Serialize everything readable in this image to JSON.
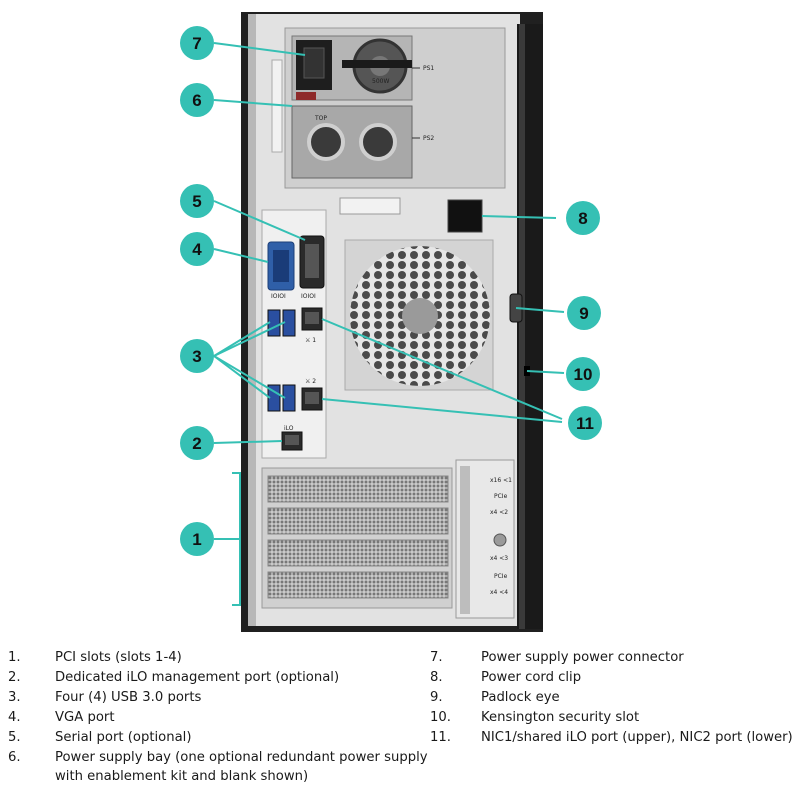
{
  "callouts": [
    "1",
    "2",
    "3",
    "4",
    "5",
    "6",
    "7",
    "8",
    "9",
    "10",
    "11"
  ],
  "chassis_labels": {
    "ps1": "PS1",
    "ps2": "PS2",
    "psu_top": "TOP",
    "psu_watts": "500W",
    "ilo": "iLO",
    "nic1": "⚔ 1",
    "nic2": "⚔ 2",
    "vga": "IOIOI",
    "serial": "IOIOI",
    "pcie_slot1": "x16 <1",
    "pcie_label": "PCIe",
    "pcie_slot2": "x4 <2",
    "pcie_slot3": "x4 <3",
    "pcie_slot4": "x4 <4"
  },
  "legend": {
    "left": [
      {
        "num": "1.",
        "text": "PCI slots (slots 1-4)"
      },
      {
        "num": "2.",
        "text": "Dedicated iLO management port (optional)"
      },
      {
        "num": "3.",
        "text": "Four (4) USB 3.0 ports"
      },
      {
        "num": "4.",
        "text": "VGA port"
      },
      {
        "num": "5.",
        "text": "Serial port (optional)"
      },
      {
        "num": "6.",
        "text": "Power supply bay (one optional redundant power supply",
        "text2": "with enablement kit and blank shown)"
      }
    ],
    "right": [
      {
        "num": "7.",
        "text": "Power supply power connector"
      },
      {
        "num": "8.",
        "text": "Power cord clip"
      },
      {
        "num": "9.",
        "text": "Padlock eye"
      },
      {
        "num": "10.",
        "text": "Kensington security slot"
      },
      {
        "num": "11.",
        "text": "NIC1/shared iLO port (upper), NIC2 port (lower)"
      }
    ]
  },
  "colors": {
    "callout_fill": "#35c0b4",
    "callout_line": "#35c0b4",
    "chassis_dark": "#1c1c1c",
    "chassis_panel": "#dcdcdc",
    "vga_blue": "#2f5fa8"
  }
}
